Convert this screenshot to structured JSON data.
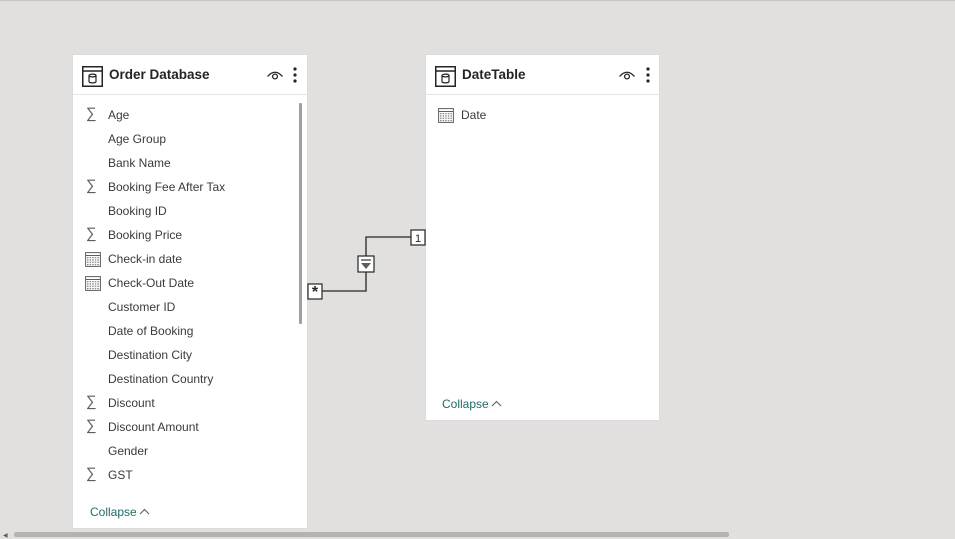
{
  "order_table": {
    "title": "Order Database",
    "fields": [
      {
        "label": "Age",
        "icon": "sigma-icon"
      },
      {
        "label": "Age Group",
        "icon": ""
      },
      {
        "label": "Bank Name",
        "icon": ""
      },
      {
        "label": "Booking Fee After Tax",
        "icon": "sigma-icon"
      },
      {
        "label": "Booking ID",
        "icon": ""
      },
      {
        "label": "Booking Price",
        "icon": "sigma-icon"
      },
      {
        "label": "Check-in date",
        "icon": "calendar-icon"
      },
      {
        "label": "Check-Out Date",
        "icon": "calendar-icon"
      },
      {
        "label": "Customer ID",
        "icon": ""
      },
      {
        "label": "Date of Booking",
        "icon": ""
      },
      {
        "label": "Destination City",
        "icon": ""
      },
      {
        "label": "Destination Country",
        "icon": ""
      },
      {
        "label": "Discount",
        "icon": "sigma-icon"
      },
      {
        "label": "Discount Amount",
        "icon": "sigma-icon"
      },
      {
        "label": "Gender",
        "icon": ""
      },
      {
        "label": "GST",
        "icon": "sigma-icon"
      }
    ],
    "collapse_label": "Collapse"
  },
  "date_table": {
    "title": "DateTable",
    "fields": [
      {
        "label": "Date",
        "icon": "calendar-icon"
      }
    ],
    "collapse_label": "Collapse"
  },
  "relationship": {
    "many_side": "*",
    "one_side": "1",
    "filter_direction": "single"
  }
}
